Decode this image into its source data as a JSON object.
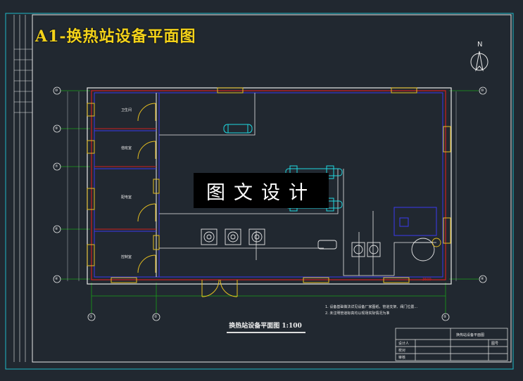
{
  "drawing": {
    "title": "A1-换热站设备平面图",
    "north_label": "N",
    "watermark": "图文设计",
    "caption": "换热站设备平面图 1:100",
    "grid_left": [
      "⑩",
      "⑨",
      "⑦",
      "⑧",
      "④"
    ],
    "grid_right": [
      "⑩",
      "④"
    ],
    "grid_bottom": [
      "①",
      "②",
      "⑤"
    ],
    "room_labels": [
      "卫生间",
      "值班室",
      "配电室",
      "控制室"
    ],
    "notes": [
      "1. 设备基础做法详见设备厂家图纸，管道支架、阀门位置...",
      "2. 未注明管道标高均以现场实际情况为准"
    ],
    "dim_text": "3600"
  },
  "title_block": {
    "header": "换热站设备平面图",
    "rows": [
      "设计人",
      "校对",
      "审核"
    ],
    "stamp": "图号"
  },
  "colors": {
    "background": "#212830",
    "wall_white": "#e8e8e8",
    "wall_red": "#d02020",
    "wall_blue": "#3a3af0",
    "window_yellow": "#e8c020",
    "grid_green": "#18a018",
    "pipe_cyan": "#20d8e0",
    "frame_cyan": "#20b8c8",
    "title_yellow": "#f3d21a"
  }
}
